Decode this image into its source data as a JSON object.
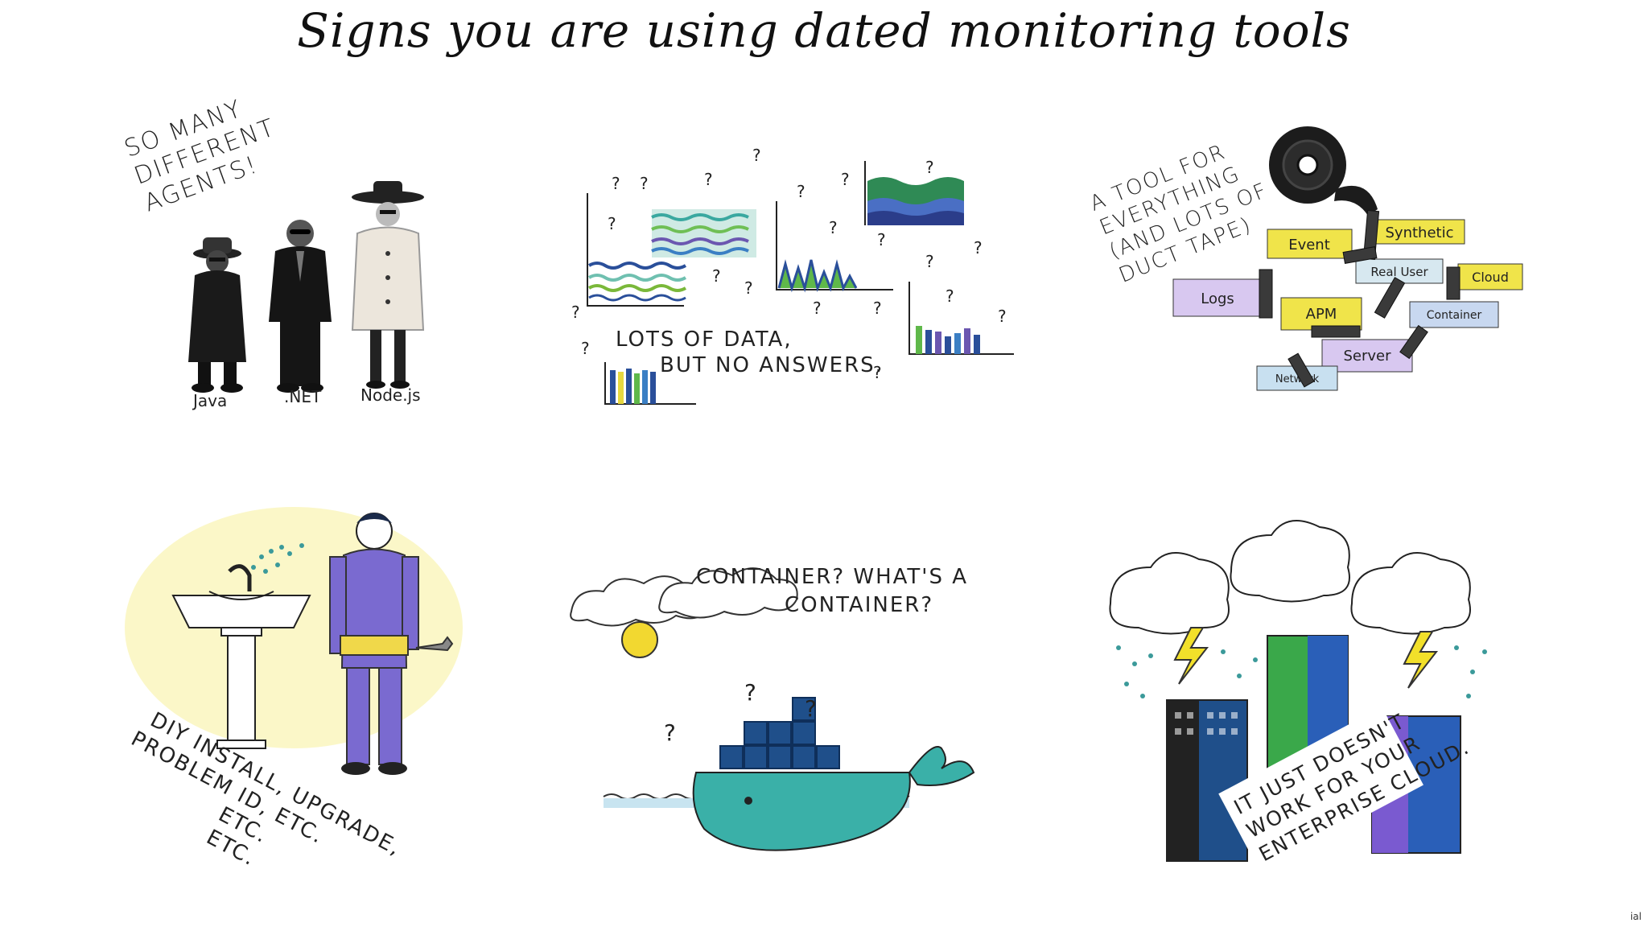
{
  "title": "Signs you are using dated monitoring tools",
  "panels": {
    "agents": {
      "caption_lines": [
        "SO MANY",
        "DIFFERENT",
        "AGENTS!"
      ],
      "labels": [
        "Java",
        ".NET",
        "Node.js"
      ]
    },
    "data": {
      "caption_lines": [
        "LOTS OF DATA,",
        "BUT NO ANSWERS."
      ]
    },
    "tools": {
      "caption_lines": [
        "A TOOL FOR",
        "EVERYTHING",
        "(AND LOTS OF",
        "DUCT TAPE)"
      ],
      "boxes": [
        "Event",
        "Synthetic",
        "Real User",
        "Cloud",
        "Logs",
        "APM",
        "Container",
        "Server",
        "Network"
      ]
    },
    "diy": {
      "caption_lines": [
        "DIY INSTALL, UPGRADE,",
        "PROBLEM ID, ETC.",
        "ETC.",
        "ETC."
      ]
    },
    "container": {
      "caption_lines": [
        "CONTAINER? WHAT'S A",
        "CONTAINER?"
      ]
    },
    "cloud": {
      "caption_lines": [
        "IT JUST DOESN'T",
        "WORK FOR YOUR",
        "ENTERPRISE CLOUD."
      ]
    }
  },
  "footer_mark": "ial"
}
